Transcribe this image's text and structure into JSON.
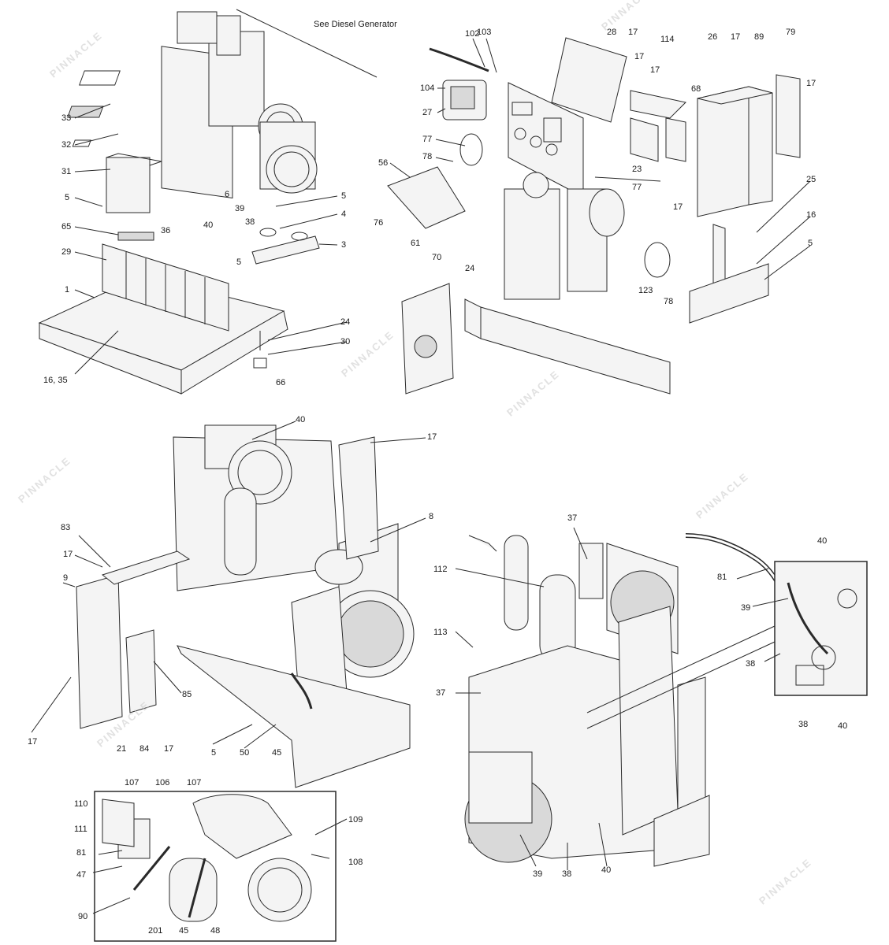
{
  "diagram": {
    "note": "See Diesel Generator",
    "watermark": "PINNACLE",
    "panels": {
      "top_left": {
        "labels": [
          "33",
          "32",
          "31",
          "5",
          "65",
          "29",
          "1",
          "16, 35",
          "36",
          "40",
          "39",
          "38",
          "6",
          "5",
          "4",
          "3",
          "5",
          "24",
          "30",
          "66"
        ]
      },
      "top_right": {
        "labels": [
          "102",
          "103",
          "104",
          "27",
          "77",
          "78",
          "56",
          "76",
          "61",
          "70",
          "24",
          "28",
          "17",
          "17",
          "17",
          "114",
          "68",
          "26",
          "17",
          "89",
          "79",
          "17",
          "23",
          "77",
          "17",
          "25",
          "16",
          "5",
          "123",
          "78"
        ]
      },
      "middle_left": {
        "labels": [
          "40",
          "17",
          "8",
          "83",
          "17",
          "9",
          "85",
          "17",
          "21",
          "84",
          "17",
          "5",
          "50",
          "45"
        ]
      },
      "bottom_left_inset": {
        "labels": [
          "107",
          "106",
          "107",
          "110",
          "111",
          "109",
          "81",
          "108",
          "47",
          "90",
          "201",
          "45",
          "48"
        ]
      },
      "bottom_right": {
        "labels": [
          "37",
          "112",
          "113",
          "37",
          "40",
          "81",
          "39",
          "38",
          "38",
          "40",
          "39",
          "38",
          "40"
        ]
      }
    },
    "colors": {
      "line": "#2a2a2a",
      "fill": "#f4f4f4",
      "shade": "#d9d9d9",
      "watermark": "#c9c9c9"
    }
  }
}
